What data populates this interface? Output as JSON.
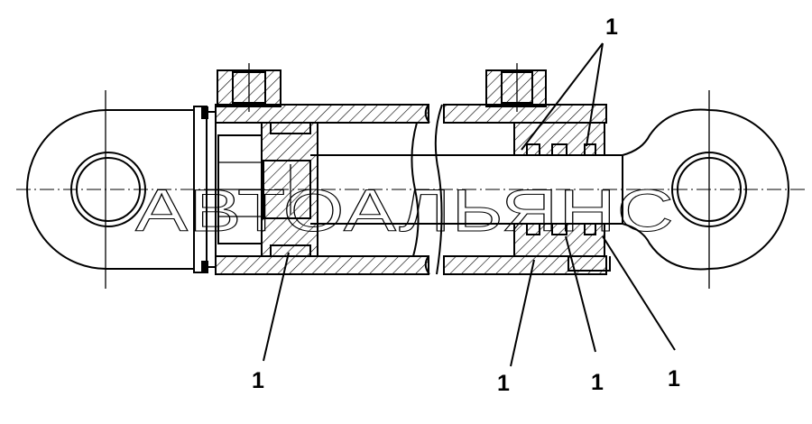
{
  "watermark": {
    "text": "АВТОАЛЬЯНС"
  },
  "callouts": {
    "top_right": "1",
    "piston_bottom": "1",
    "gland_bottom_left": "1",
    "gland_bottom_mid": "1",
    "gland_bottom_right": "1"
  },
  "colors": {
    "line": "#000000",
    "background": "#ffffff"
  }
}
